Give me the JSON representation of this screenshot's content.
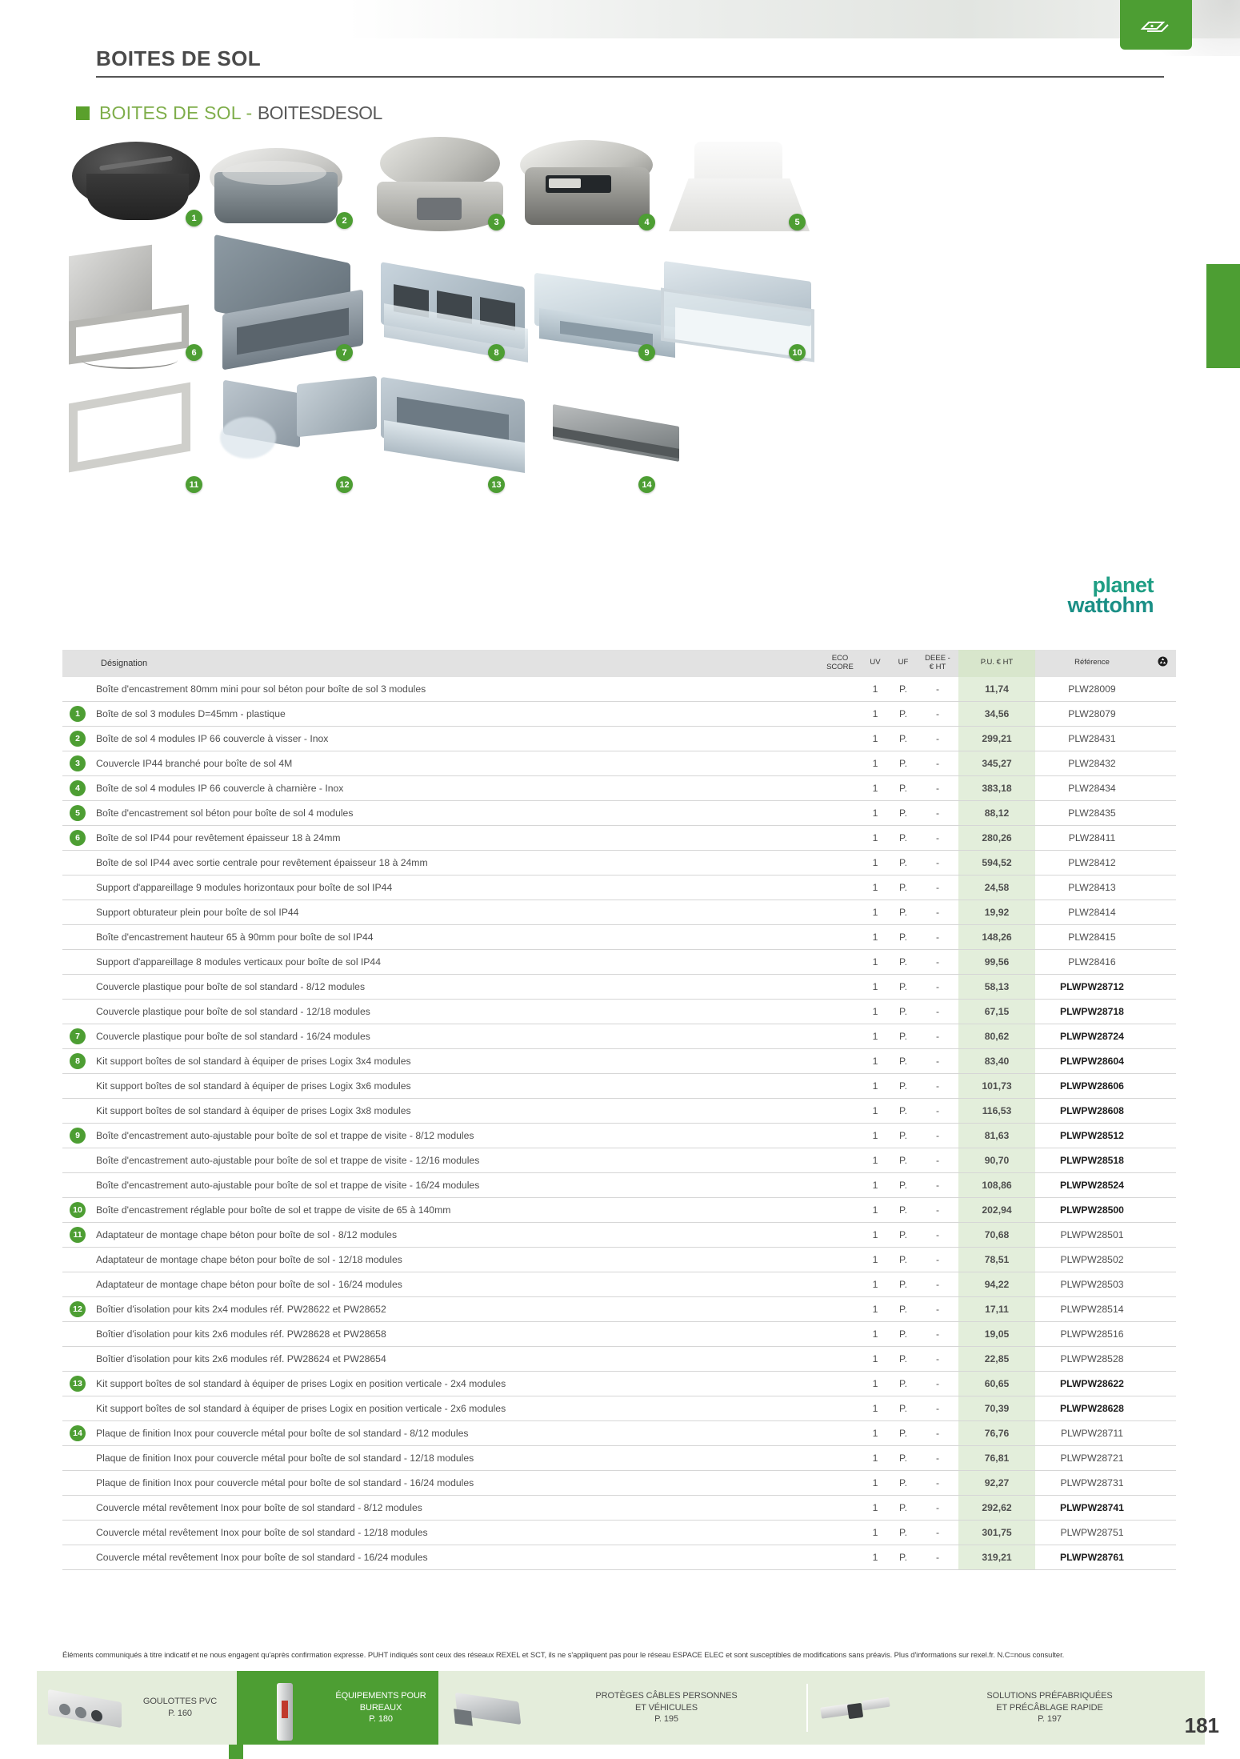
{
  "header": {
    "title": "BOITES DE SOL",
    "subtitle_green": "BOITES DE SOL",
    "subtitle_sep": " - ",
    "subtitle_dark": "BOITESDESOL",
    "brand_line1": "planet",
    "brand_line2": "wattohm",
    "top_tab_icon": "floor-box-icon"
  },
  "product_badges": [
    "1",
    "2",
    "3",
    "4",
    "5",
    "6",
    "7",
    "8",
    "9",
    "10",
    "11",
    "12",
    "13",
    "14"
  ],
  "table": {
    "columns": {
      "designation": "Désignation",
      "eco_score": "ECO SCORE",
      "eco_score_l1": "ECO",
      "eco_score_l2": "SCORE",
      "uv": "UV",
      "uf": "UF",
      "deee_l1": "DEEE -",
      "deee_l2": "€ HT",
      "pu": "P.U. € HT",
      "reference": "Référence",
      "recycle": "recycle-icon"
    },
    "rows": [
      {
        "badge": "",
        "designation": "Boîte d'encastrement 80mm mini pour sol béton pour boîte de sol 3 modules",
        "eco": "",
        "uv": "1",
        "uf": "P.",
        "deee": "-",
        "pu": "11,74",
        "ref": "PLW28009",
        "bold": false
      },
      {
        "badge": "1",
        "designation": "Boîte de sol 3 modules D=45mm - plastique",
        "eco": "",
        "uv": "1",
        "uf": "P.",
        "deee": "-",
        "pu": "34,56",
        "ref": "PLW28079",
        "bold": false
      },
      {
        "badge": "2",
        "designation": "Boîte de sol 4 modules IP 66 couvercle à visser - Inox",
        "eco": "",
        "uv": "1",
        "uf": "P.",
        "deee": "-",
        "pu": "299,21",
        "ref": "PLW28431",
        "bold": false
      },
      {
        "badge": "3",
        "designation": "Couvercle IP44 branché pour boîte de sol 4M",
        "eco": "",
        "uv": "1",
        "uf": "P.",
        "deee": "-",
        "pu": "345,27",
        "ref": "PLW28432",
        "bold": false
      },
      {
        "badge": "4",
        "designation": "Boîte de sol 4 modules IP 66 couvercle à charnière - Inox",
        "eco": "",
        "uv": "1",
        "uf": "P.",
        "deee": "-",
        "pu": "383,18",
        "ref": "PLW28434",
        "bold": false
      },
      {
        "badge": "5",
        "designation": "Boîte d'encastrement sol béton pour boîte de sol 4 modules",
        "eco": "",
        "uv": "1",
        "uf": "P.",
        "deee": "-",
        "pu": "88,12",
        "ref": "PLW28435",
        "bold": false
      },
      {
        "badge": "6",
        "designation": "Boîte de sol IP44 pour revêtement épaisseur 18 à 24mm",
        "eco": "",
        "uv": "1",
        "uf": "P.",
        "deee": "-",
        "pu": "280,26",
        "ref": "PLW28411",
        "bold": false
      },
      {
        "badge": "",
        "designation": "Boîte de sol IP44 avec sortie centrale pour revêtement épaisseur 18 à 24mm",
        "eco": "",
        "uv": "1",
        "uf": "P.",
        "deee": "-",
        "pu": "594,52",
        "ref": "PLW28412",
        "bold": false
      },
      {
        "badge": "",
        "designation": "Support d'appareillage 9 modules horizontaux pour boîte de sol IP44",
        "eco": "",
        "uv": "1",
        "uf": "P.",
        "deee": "-",
        "pu": "24,58",
        "ref": "PLW28413",
        "bold": false
      },
      {
        "badge": "",
        "designation": "Support obturateur plein pour boîte de sol IP44",
        "eco": "",
        "uv": "1",
        "uf": "P.",
        "deee": "-",
        "pu": "19,92",
        "ref": "PLW28414",
        "bold": false
      },
      {
        "badge": "",
        "designation": "Boîte d'encastrement hauteur 65 à 90mm pour boîte de sol IP44",
        "eco": "",
        "uv": "1",
        "uf": "P.",
        "deee": "-",
        "pu": "148,26",
        "ref": "PLW28415",
        "bold": false
      },
      {
        "badge": "",
        "designation": "Support d'appareillage 8 modules verticaux pour boîte de sol IP44",
        "eco": "",
        "uv": "1",
        "uf": "P.",
        "deee": "-",
        "pu": "99,56",
        "ref": "PLW28416",
        "bold": false
      },
      {
        "badge": "",
        "designation": "Couvercle plastique pour boîte de sol standard - 8/12 modules",
        "eco": "",
        "uv": "1",
        "uf": "P.",
        "deee": "-",
        "pu": "58,13",
        "ref": "PLWPW28712",
        "bold": true
      },
      {
        "badge": "",
        "designation": "Couvercle plastique pour boîte de sol standard - 12/18 modules",
        "eco": "",
        "uv": "1",
        "uf": "P.",
        "deee": "-",
        "pu": "67,15",
        "ref": "PLWPW28718",
        "bold": true
      },
      {
        "badge": "7",
        "designation": "Couvercle plastique pour boîte de sol standard - 16/24 modules",
        "eco": "",
        "uv": "1",
        "uf": "P.",
        "deee": "-",
        "pu": "80,62",
        "ref": "PLWPW28724",
        "bold": true
      },
      {
        "badge": "8",
        "designation": "Kit support boîtes de sol standard à équiper de prises Logix 3x4 modules",
        "eco": "",
        "uv": "1",
        "uf": "P.",
        "deee": "-",
        "pu": "83,40",
        "ref": "PLWPW28604",
        "bold": true
      },
      {
        "badge": "",
        "designation": "Kit support boîtes de sol standard à équiper de prises Logix 3x6 modules",
        "eco": "",
        "uv": "1",
        "uf": "P.",
        "deee": "-",
        "pu": "101,73",
        "ref": "PLWPW28606",
        "bold": true
      },
      {
        "badge": "",
        "designation": "Kit support boîtes de sol standard à équiper de prises Logix 3x8 modules",
        "eco": "",
        "uv": "1",
        "uf": "P.",
        "deee": "-",
        "pu": "116,53",
        "ref": "PLWPW28608",
        "bold": true
      },
      {
        "badge": "9",
        "designation": "Boîte d'encastrement auto-ajustable pour boîte de sol et trappe de visite - 8/12 modules",
        "eco": "",
        "uv": "1",
        "uf": "P.",
        "deee": "-",
        "pu": "81,63",
        "ref": "PLWPW28512",
        "bold": true
      },
      {
        "badge": "",
        "designation": "Boîte d'encastrement auto-ajustable pour boîte de sol et trappe de visite - 12/16 modules",
        "eco": "",
        "uv": "1",
        "uf": "P.",
        "deee": "-",
        "pu": "90,70",
        "ref": "PLWPW28518",
        "bold": true
      },
      {
        "badge": "",
        "designation": "Boîte d'encastrement auto-ajustable pour boîte de sol et trappe de visite - 16/24 modules",
        "eco": "",
        "uv": "1",
        "uf": "P.",
        "deee": "-",
        "pu": "108,86",
        "ref": "PLWPW28524",
        "bold": true
      },
      {
        "badge": "10",
        "designation": "Boîte d'encastrement réglable pour boîte de sol et trappe de visite de 65 à 140mm",
        "eco": "",
        "uv": "1",
        "uf": "P.",
        "deee": "-",
        "pu": "202,94",
        "ref": "PLWPW28500",
        "bold": true
      },
      {
        "badge": "11",
        "designation": "Adaptateur de montage chape béton pour boîte de sol - 8/12 modules",
        "eco": "",
        "uv": "1",
        "uf": "P.",
        "deee": "-",
        "pu": "70,68",
        "ref": "PLWPW28501",
        "bold": false
      },
      {
        "badge": "",
        "designation": "Adaptateur de montage chape béton pour boîte de sol - 12/18 modules",
        "eco": "",
        "uv": "1",
        "uf": "P.",
        "deee": "-",
        "pu": "78,51",
        "ref": "PLWPW28502",
        "bold": false
      },
      {
        "badge": "",
        "designation": "Adaptateur de montage chape béton pour boîte de sol - 16/24 modules",
        "eco": "",
        "uv": "1",
        "uf": "P.",
        "deee": "-",
        "pu": "94,22",
        "ref": "PLWPW28503",
        "bold": false
      },
      {
        "badge": "12",
        "designation": "Boîtier d'isolation pour kits 2x4 modules réf. PW28622 et PW28652",
        "eco": "",
        "uv": "1",
        "uf": "P.",
        "deee": "-",
        "pu": "17,11",
        "ref": "PLWPW28514",
        "bold": false
      },
      {
        "badge": "",
        "designation": "Boîtier d'isolation pour kits 2x6 modules réf. PW28628 et PW28658",
        "eco": "",
        "uv": "1",
        "uf": "P.",
        "deee": "-",
        "pu": "19,05",
        "ref": "PLWPW28516",
        "bold": false
      },
      {
        "badge": "",
        "designation": "Boîtier d'isolation pour kits 2x6 modules réf. PW28624 et PW28654",
        "eco": "",
        "uv": "1",
        "uf": "P.",
        "deee": "-",
        "pu": "22,85",
        "ref": "PLWPW28528",
        "bold": false
      },
      {
        "badge": "13",
        "designation": "Kit support boîtes de sol standard à équiper de prises Logix en position verticale - 2x4 modules",
        "eco": "",
        "uv": "1",
        "uf": "P.",
        "deee": "-",
        "pu": "60,65",
        "ref": "PLWPW28622",
        "bold": true
      },
      {
        "badge": "",
        "designation": "Kit support boîtes de sol standard à équiper de prises Logix en position verticale - 2x6 modules",
        "eco": "",
        "uv": "1",
        "uf": "P.",
        "deee": "-",
        "pu": "70,39",
        "ref": "PLWPW28628",
        "bold": true
      },
      {
        "badge": "14",
        "designation": "Plaque de finition Inox pour couvercle métal pour boîte de sol standard - 8/12 modules",
        "eco": "",
        "uv": "1",
        "uf": "P.",
        "deee": "-",
        "pu": "76,76",
        "ref": "PLWPW28711",
        "bold": false
      },
      {
        "badge": "",
        "designation": "Plaque de finition Inox pour couvercle métal pour boîte de sol standard - 12/18 modules",
        "eco": "",
        "uv": "1",
        "uf": "P.",
        "deee": "-",
        "pu": "76,81",
        "ref": "PLWPW28721",
        "bold": false
      },
      {
        "badge": "",
        "designation": "Plaque de finition Inox pour couvercle métal pour boîte de sol standard - 16/24 modules",
        "eco": "",
        "uv": "1",
        "uf": "P.",
        "deee": "-",
        "pu": "92,27",
        "ref": "PLWPW28731",
        "bold": false
      },
      {
        "badge": "",
        "designation": "Couvercle métal revêtement Inox pour boîte de sol standard - 8/12 modules",
        "eco": "",
        "uv": "1",
        "uf": "P.",
        "deee": "-",
        "pu": "292,62",
        "ref": "PLWPW28741",
        "bold": true
      },
      {
        "badge": "",
        "designation": "Couvercle métal revêtement Inox pour boîte de sol standard - 12/18 modules",
        "eco": "",
        "uv": "1",
        "uf": "P.",
        "deee": "-",
        "pu": "301,75",
        "ref": "PLWPW28751",
        "bold": false
      },
      {
        "badge": "",
        "designation": "Couvercle métal revêtement Inox pour boîte de sol standard - 16/24 modules",
        "eco": "",
        "uv": "1",
        "uf": "P.",
        "deee": "-",
        "pu": "319,21",
        "ref": "PLWPW28761",
        "bold": true
      }
    ]
  },
  "disclaimer": "Éléments communiqués à titre indicatif et ne nous engagent qu'après confirmation expresse. PUHT indiqués sont ceux des réseaux REXEL et SCT, ils ne s'appliquent pas pour le réseau ESPACE ELEC et sont susceptibles de modifications sans préavis. Plus d'informations sur rexel.fr. N.C=nous consulter.",
  "footer": {
    "items": [
      {
        "label": "GOULOTTES PVC",
        "page": "P. 160",
        "active": false,
        "thumb": "cable-trunking-thumb"
      },
      {
        "label": "ÉQUIPEMENTS POUR BUREAUX",
        "page": "P. 180",
        "active": true,
        "thumb": "office-column-thumb"
      },
      {
        "label": "PROTÈGES CÂBLES PERSONNES ET VÉHICULES",
        "label_l1": "PROTÈGES CÂBLES PERSONNES",
        "label_l2": "ET VÉHICULES",
        "page": "P. 195",
        "active": false,
        "thumb": "cable-protector-thumb"
      },
      {
        "label": "SOLUTIONS PRÉFABRIQUÉES ET PRÉCÂBLAGE RAPIDE",
        "label_l1": "SOLUTIONS PRÉFABRIQUÉES",
        "label_l2": "ET PRÉCÂBLAGE RAPIDE",
        "page": "P. 197",
        "active": false,
        "thumb": "prefab-thumb"
      }
    ],
    "page_number": "181"
  },
  "colors": {
    "green": "#4d9e33",
    "light_green_row": "#e3eedb",
    "footer_bg": "#e4eddb",
    "brand_teal": "#1f9e84"
  }
}
